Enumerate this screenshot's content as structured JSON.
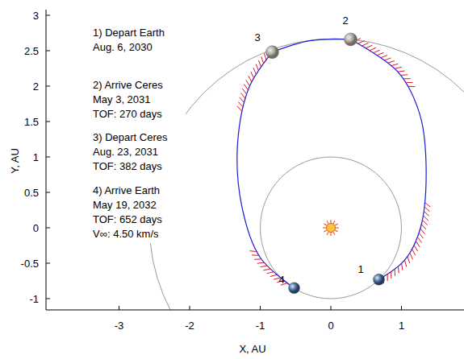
{
  "diagram": {
    "labels": [
      "1) Depart Earth",
      "Aug. 6, 2030",
      "2) Arrive Ceres",
      "May 3, 2031",
      "TOF: 270 days",
      "3) Depart Ceres",
      "Aug. 23, 2031",
      "TOF: 382 days",
      "4) Arrive Earth",
      "May 19, 2032",
      "TOF: 652 days",
      "V∞: 4.50 km/s",
      "1",
      "2",
      "3",
      "4",
      "3",
      "2.5",
      "2",
      "1.5",
      "1",
      "0.5",
      "0",
      "-0.5",
      "-1",
      "-3",
      "-2",
      "-1",
      "0",
      "1",
      "Y, AU",
      "X, AU"
    ]
  }
}
